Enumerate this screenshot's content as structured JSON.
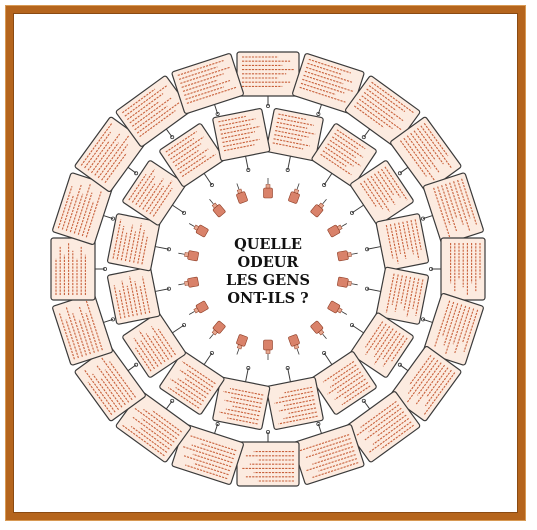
{
  "artwork": {
    "title_lines": [
      "QUELLE",
      "ODEUR",
      "LES GENS",
      "ONT-ILS ?"
    ],
    "colors": {
      "frame": "#b5651d",
      "card_fill": "#fcebe0",
      "card_stroke": "#3a3a3a",
      "handwriting": "#c8603a",
      "bottle": "#d9826a",
      "background": "#ffffff"
    },
    "rings": {
      "outer_cards": 20,
      "inner_cards": 16,
      "bottles": 18
    }
  }
}
